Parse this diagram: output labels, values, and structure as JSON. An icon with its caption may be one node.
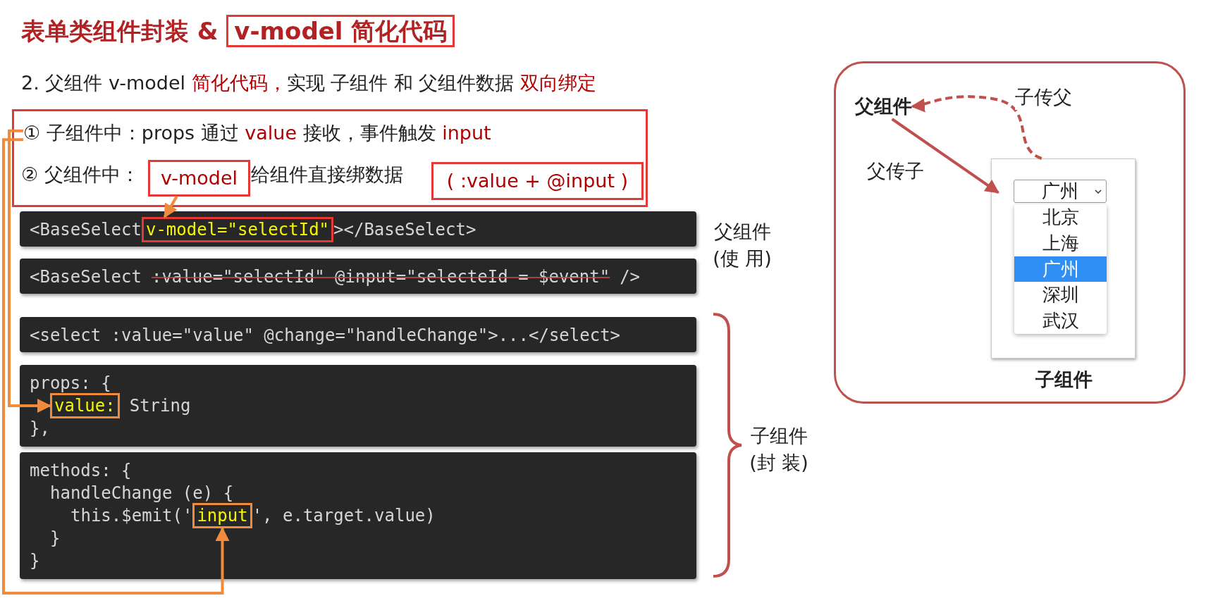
{
  "diagram": {
    "title": "表单类组件封装 & **v-model 简化代码**",
    "nodes": [
      {
        "text": [],
        "shape": "box"
      },
      {
        "text": [
          "① 子组件中：props 通过 **value** 接收，事件触发 **input**"
        ],
        "in": 0
      },
      {
        "text": [
          "v-model"
        ],
        "in": 0
      },
      {
        "text": [
          "( :value + @input )"
        ],
        "in": 0
      },
      {
        "text": [
          "<BaseSelect",
          "></BaseSelect>"
        ]
      },
      {
        "text": [
          "v-model=\"selectId\""
        ],
        "in": 4
      },
      {
        "text": [
          "<BaseSelect",
          ":value=\"selectId\" @input=\"selecteId = $event\"",
          "/>"
        ]
      },
      {
        "text": [
          "<select :value=\"value\" @change=\"handleChange\">...</select>"
        ]
      },
      {
        "text": [
          "props: {",
          "String",
          "},"
        ]
      },
      {
        "text": [
          "value:"
        ],
        "in": 8
      },
      {
        "text": [
          "methods: {",
          "handleChange (e) {",
          "this.$emit('",
          "', e.target.value)",
          "}",
          "}"
        ]
      },
      {
        "text": [
          "input"
        ],
        "in": 10
      },
      {
        "text": [],
        "shape": "box"
      },
      {
        "text": [
          "父组件"
        ],
        "in": 12
      },
      {
        "text": [
          "子组件"
        ],
        "in": 12
      },
      {
        "text": [
          "广州"
        ],
        "in": 14
      },
      {
        "text": [
          "北京",
          "上海",
          "广州",
          "深圳",
          "武汉"
        ],
        "in": 14
      }
    ],
    "edges": [
      {
        "from": 2,
        "to": 5,
        "arrow": "to"
      },
      {
        "from": 1,
        "to": 9,
        "arrow": "to"
      },
      {
        "from": 1,
        "to": 11,
        "arrow": "to"
      },
      {
        "from": 13,
        "to": 14,
        "arrow": "to",
        "label": "父传子",
        "color": "#c0504d"
      },
      {
        "from": 14,
        "to": 13,
        "arrow": "to",
        "label": "子传父",
        "style": "dashed",
        "color": "#c0504d"
      }
    ],
    "labels": [
      "2. 父组件 v-model **简化代码，**实现 子组件 和 父组件数据 **双向绑定**",
      "② 父组件中：",
      "给组件直接绑数据",
      "父组件 (使 用)",
      "子组件 (封 装)"
    ]
  }
}
